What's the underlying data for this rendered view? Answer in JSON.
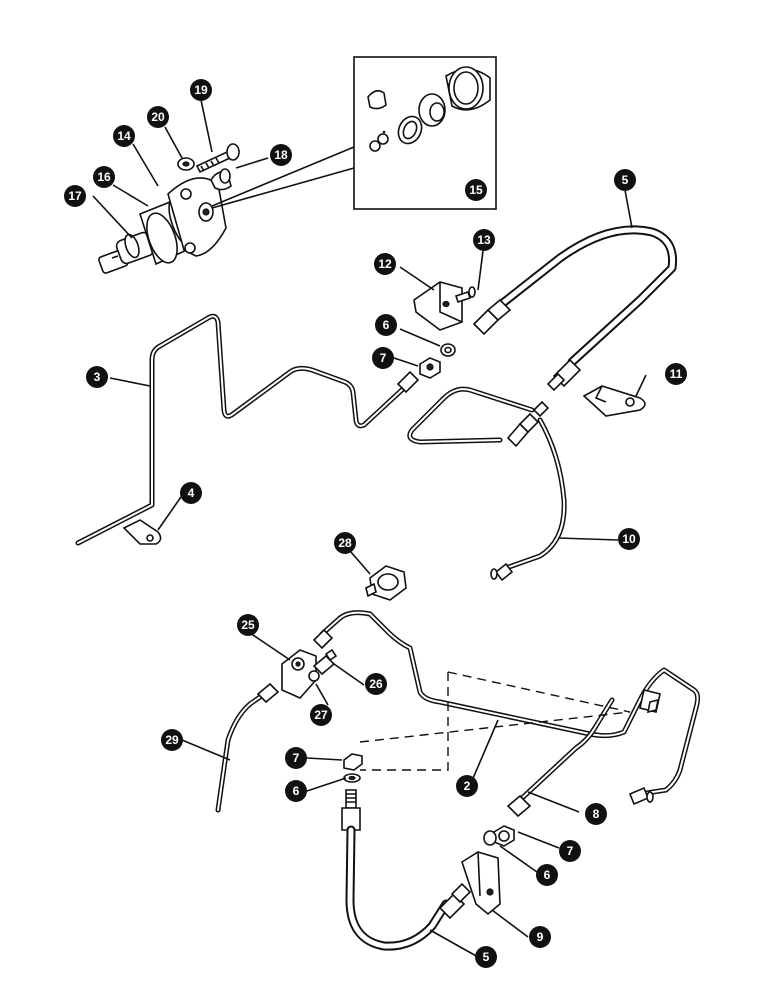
{
  "diagram": {
    "callouts": {
      "c19": "19",
      "c20": "20",
      "c14": "14",
      "c16": "16",
      "c17": "17",
      "c18": "18",
      "c15": "15",
      "c5a": "5",
      "c13": "13",
      "c12": "12",
      "c6a": "6",
      "c7a": "7",
      "c3": "3",
      "c11": "11",
      "c4": "4",
      "c10": "10",
      "c28": "28",
      "c25": "25",
      "c26": "26",
      "c27": "27",
      "c29": "29",
      "c7b": "7",
      "c6b": "6",
      "c2": "2",
      "c8": "8",
      "c7c": "7",
      "c6c": "6",
      "c9": "9",
      "c5b": "5"
    }
  }
}
